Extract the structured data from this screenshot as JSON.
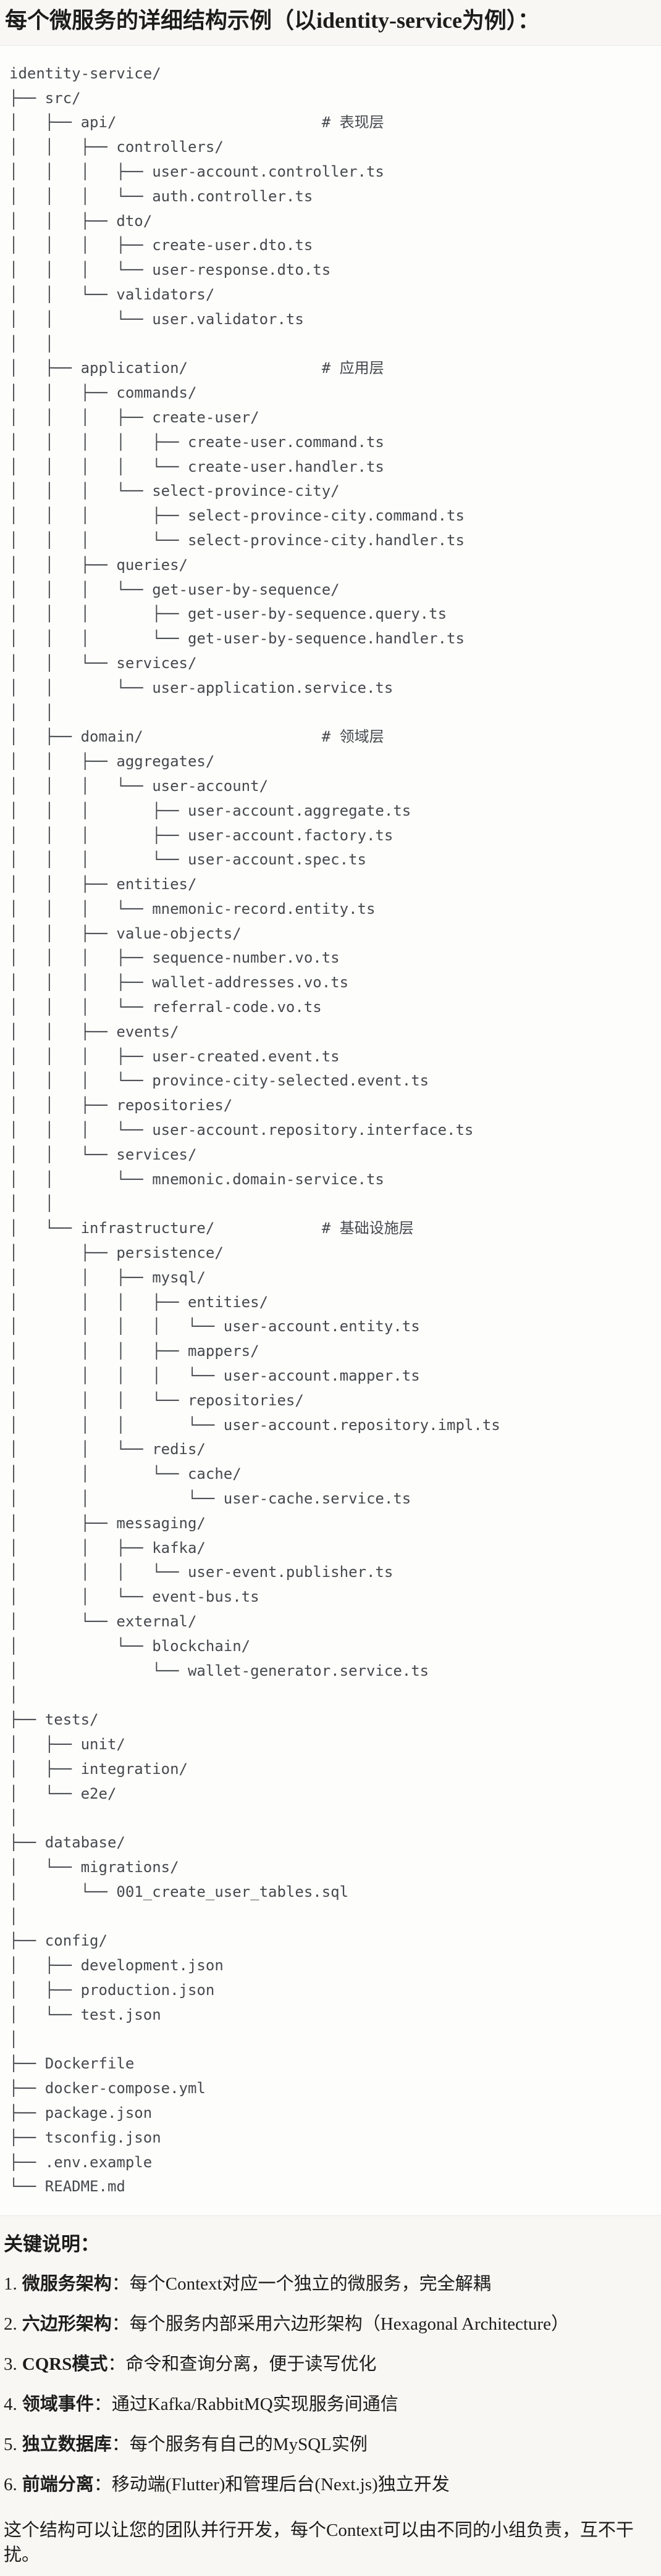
{
  "title": "每个微服务的详细结构示例（以identity-service为例）：",
  "code_block": {
    "language": "text",
    "lines": [
      "identity-service/",
      "├── src/",
      "│   ├── api/                       # 表现层",
      "│   │   ├── controllers/",
      "│   │   │   ├── user-account.controller.ts",
      "│   │   │   └── auth.controller.ts",
      "│   │   ├── dto/",
      "│   │   │   ├── create-user.dto.ts",
      "│   │   │   └── user-response.dto.ts",
      "│   │   └── validators/",
      "│   │       └── user.validator.ts",
      "│   │",
      "│   ├── application/               # 应用层",
      "│   │   ├── commands/",
      "│   │   │   ├── create-user/",
      "│   │   │   │   ├── create-user.command.ts",
      "│   │   │   │   └── create-user.handler.ts",
      "│   │   │   └── select-province-city/",
      "│   │   │       ├── select-province-city.command.ts",
      "│   │   │       └── select-province-city.handler.ts",
      "│   │   ├── queries/",
      "│   │   │   └── get-user-by-sequence/",
      "│   │   │       ├── get-user-by-sequence.query.ts",
      "│   │   │       └── get-user-by-sequence.handler.ts",
      "│   │   └── services/",
      "│   │       └── user-application.service.ts",
      "│   │",
      "│   ├── domain/                    # 领域层",
      "│   │   ├── aggregates/",
      "│   │   │   └── user-account/",
      "│   │   │       ├── user-account.aggregate.ts",
      "│   │   │       ├── user-account.factory.ts",
      "│   │   │       └── user-account.spec.ts",
      "│   │   ├── entities/",
      "│   │   │   └── mnemonic-record.entity.ts",
      "│   │   ├── value-objects/",
      "│   │   │   ├── sequence-number.vo.ts",
      "│   │   │   ├── wallet-addresses.vo.ts",
      "│   │   │   └── referral-code.vo.ts",
      "│   │   ├── events/",
      "│   │   │   ├── user-created.event.ts",
      "│   │   │   └── province-city-selected.event.ts",
      "│   │   ├── repositories/",
      "│   │   │   └── user-account.repository.interface.ts",
      "│   │   └── services/",
      "│   │       └── mnemonic.domain-service.ts",
      "│   │",
      "│   └── infrastructure/            # 基础设施层",
      "│       ├── persistence/",
      "│       │   ├── mysql/",
      "│       │   │   ├── entities/",
      "│       │   │   │   └── user-account.entity.ts",
      "│       │   │   ├── mappers/",
      "│       │   │   │   └── user-account.mapper.ts",
      "│       │   │   └── repositories/",
      "│       │   │       └── user-account.repository.impl.ts",
      "│       │   └── redis/",
      "│       │       └── cache/",
      "│       │           └── user-cache.service.ts",
      "│       ├── messaging/",
      "│       │   ├── kafka/",
      "│       │   │   └── user-event.publisher.ts",
      "│       │   └── event-bus.ts",
      "│       └── external/",
      "│           └── blockchain/",
      "│               └── wallet-generator.service.ts",
      "│",
      "├── tests/",
      "│   ├── unit/",
      "│   ├── integration/",
      "│   └── e2e/",
      "│",
      "├── database/",
      "│   └── migrations/",
      "│       └── 001_create_user_tables.sql",
      "│",
      "├── config/",
      "│   ├── development.json",
      "│   ├── production.json",
      "│   └── test.json",
      "│",
      "├── Dockerfile",
      "├── docker-compose.yml",
      "├── package.json",
      "├── tsconfig.json",
      "├── .env.example",
      "└── README.md"
    ],
    "layer_comments": [
      "# 表现层",
      "# 应用层",
      "# 领域层",
      "# 基础设施层"
    ]
  },
  "notes": {
    "heading": "关键说明：",
    "items": [
      {
        "num": "1.",
        "term": "微服务架构",
        "sep": "：",
        "desc": "每个Context对应一个独立的微服务，完全解耦"
      },
      {
        "num": "2.",
        "term": "六边形架构",
        "sep": "：",
        "desc": "每个服务内部采用六边形架构（Hexagonal Architecture）"
      },
      {
        "num": "3.",
        "term": "CQRS模式",
        "sep": "：",
        "desc": "命令和查询分离，便于读写优化"
      },
      {
        "num": "4.",
        "term": "领域事件",
        "sep": "：",
        "desc": "通过Kafka/RabbitMQ实现服务间通信"
      },
      {
        "num": "5.",
        "term": "独立数据库",
        "sep": "：",
        "desc": "每个服务有自己的MySQL实例"
      },
      {
        "num": "6.",
        "term": "前端分离",
        "sep": "：",
        "desc": "移动端(Flutter)和管理后台(Next.js)独立开发"
      }
    ],
    "footer": "这个结构可以让您的团队并行开发，每个Context可以由不同的小组负责，互不干扰。"
  },
  "colors": {
    "page_background": "#f8f7f3",
    "code_background": "#fdfdfb",
    "code_border": "#e7e6e2",
    "code_text": "#45484d",
    "body_text": "#1d1d1b"
  }
}
